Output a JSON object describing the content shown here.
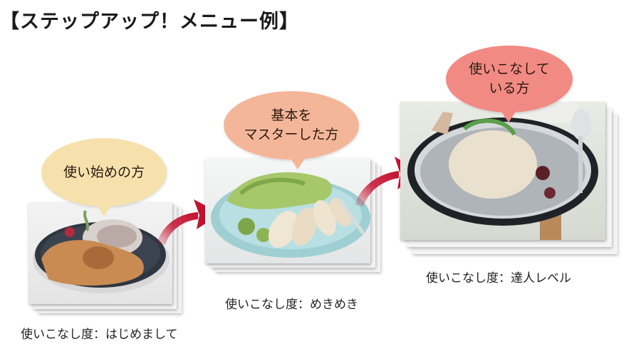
{
  "title": "【ステップアップ！メニュー例】",
  "colors": {
    "bubble1": "#f6e1ad",
    "bubble2": "#f4b699",
    "bubble3": "#f28a84",
    "arrow": "#c4112f"
  },
  "steps": [
    {
      "bubble": "使い始めの方",
      "caption": "使いこなし度：はじめまして",
      "photo": "curry-rice-plate"
    },
    {
      "bubble_line1": "基本を",
      "bubble_line2": "マスターした方",
      "caption": "使いこなし度：めきめき",
      "photo": "chicken-salad-plate"
    },
    {
      "bubble_line1": "使いこなして",
      "bubble_line2": "いる方",
      "caption": "使いこなし度：達人レベル",
      "photo": "samgyetang-hotpot"
    }
  ]
}
